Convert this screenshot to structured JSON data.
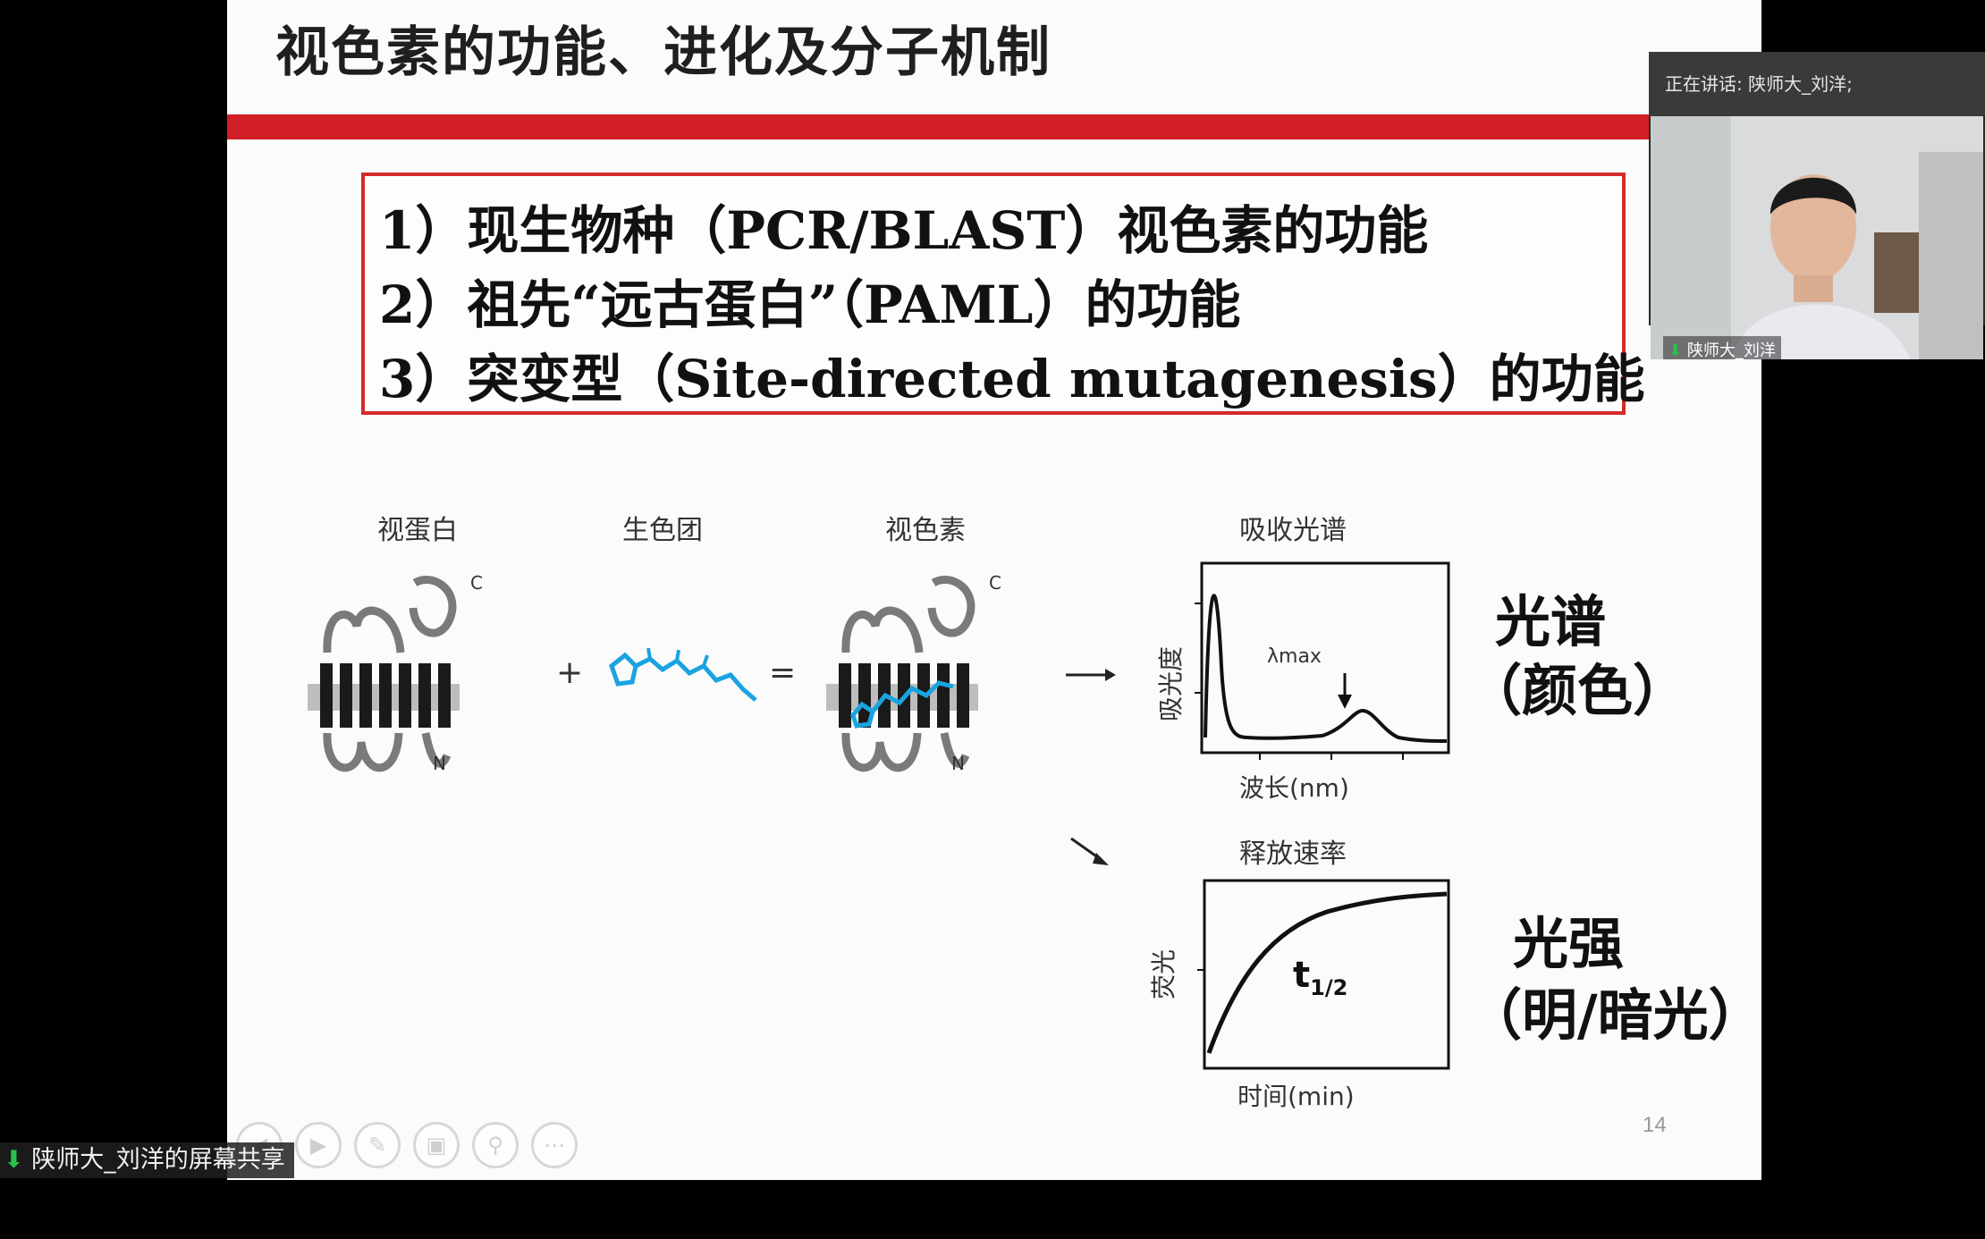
{
  "slide": {
    "title": "视色素的功能、进化及分子机制",
    "objectives": [
      "1）现生物种（PCR/BLAST）视色素的功能",
      "2）祖先“远古蛋白”（PAML）的功能",
      "3）突变型（Site-directed mutagenesis）的功能"
    ],
    "diagram": {
      "opsin_label": "视蛋白",
      "chromophore_label": "生色团",
      "visual_pigment_label": "视色素",
      "absorption_title": "吸收光谱",
      "release_title": "释放速率",
      "plus": "+",
      "equals": "=",
      "c_terminal": "C",
      "n_terminal": "N",
      "absorption_ylabel": "吸光度",
      "absorption_xlabel": "波长(nm)",
      "lambda_label": "λmax",
      "release_ylabel": "荧光",
      "release_xlabel": "时间(min)",
      "half_life_label": "t",
      "half_life_sub": "1/2",
      "spectrum_label_1": "光谱",
      "spectrum_label_2": "（颜色）",
      "intensity_label_1": "光强",
      "intensity_label_2": "（明/暗光）"
    },
    "page_number": "14",
    "colors": {
      "title_bar": "#d21e26",
      "box_border": "#d42a2a",
      "chromophore": "#1aa3e0"
    }
  },
  "toolbar": {
    "buttons": [
      "prev-icon",
      "next-icon",
      "pen-icon",
      "slides-icon",
      "zoom-icon",
      "more-icon"
    ]
  },
  "meeting": {
    "share_label": "陕师大_刘洋的屏幕共享",
    "speaker_label": "正在讲话: 陕师大_刘洋;",
    "participant_name": "陕师大_刘洋"
  }
}
